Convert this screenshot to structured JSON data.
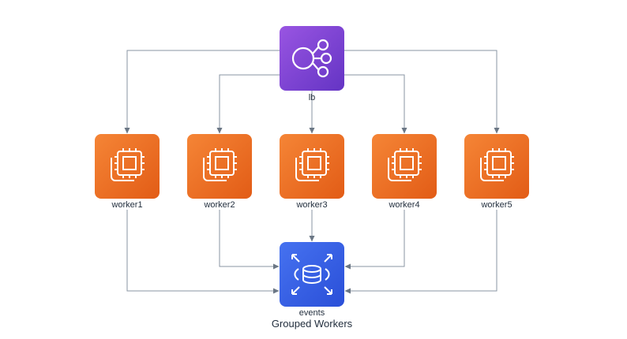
{
  "diagram": {
    "lb": {
      "label": "lb",
      "icon": "load-balancer-icon",
      "color": "#7b3fd6"
    },
    "workers": [
      {
        "label": "worker1",
        "icon": "ec2-instance-icon"
      },
      {
        "label": "worker2",
        "icon": "ec2-instance-icon"
      },
      {
        "label": "worker3",
        "icon": "ec2-instance-icon"
      },
      {
        "label": "worker4",
        "icon": "ec2-instance-icon"
      },
      {
        "label": "worker5",
        "icon": "ec2-instance-icon"
      }
    ],
    "events": {
      "label": "events",
      "icon": "database-icon",
      "color": "#3b62e6"
    },
    "group_caption": "Grouped Workers",
    "edges": [
      {
        "from": "lb",
        "to": "worker1"
      },
      {
        "from": "lb",
        "to": "worker2"
      },
      {
        "from": "lb",
        "to": "worker3"
      },
      {
        "from": "lb",
        "to": "worker4"
      },
      {
        "from": "lb",
        "to": "worker5"
      },
      {
        "from": "worker1",
        "to": "events"
      },
      {
        "from": "worker2",
        "to": "events"
      },
      {
        "from": "worker3",
        "to": "events"
      },
      {
        "from": "worker4",
        "to": "events"
      },
      {
        "from": "worker5",
        "to": "events"
      }
    ]
  }
}
